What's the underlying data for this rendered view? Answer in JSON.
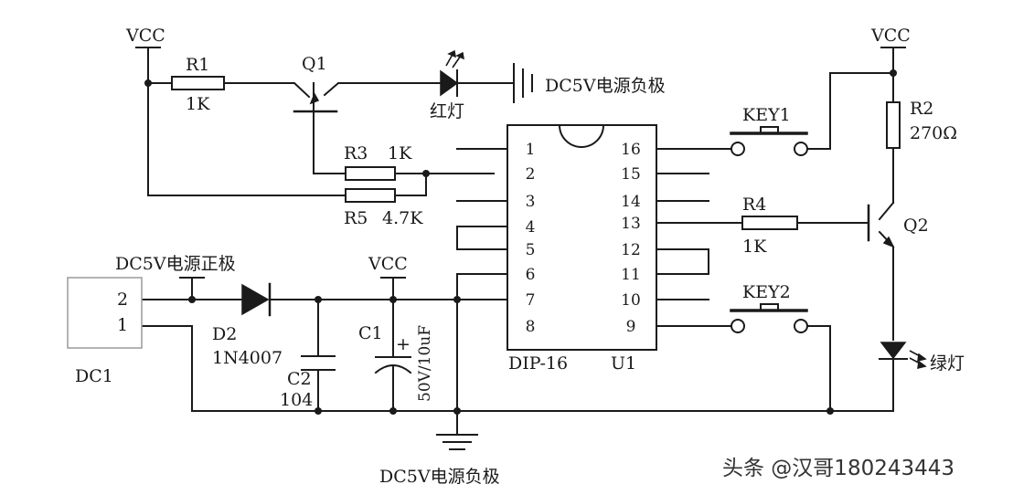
{
  "colors": {
    "ink": "#1a1a1a",
    "background": "#ffffff",
    "watermark": "#333333"
  },
  "labels": {
    "vcc_top_left": "VCC",
    "vcc_top_right": "VCC",
    "vcc_mid": "VCC",
    "r1_ref": "R1",
    "r1_value": "1K",
    "q1_ref": "Q1",
    "red_led_label": "红灯",
    "top_ground_label": "DC5V电源负极",
    "r3_ref": "R3",
    "r3_value": "1K",
    "r5_ref": "R5",
    "r5_value": "4.7K",
    "key1_ref": "KEY1",
    "r2_ref": "R2",
    "r2_value": "270Ω",
    "r4_ref": "R4",
    "r4_value": "1K",
    "q2_ref": "Q2",
    "key2_ref": "KEY2",
    "green_led_label": "绿灯",
    "dc_positive_label": "DC5V电源正极",
    "dc1_pin2": "2",
    "dc1_pin1": "1",
    "dc1_ref": "DC1",
    "d2_ref": "D2",
    "d2_value": "1N4007",
    "c2_ref": "C2",
    "c2_value": "104",
    "c1_ref": "C1",
    "c1_polarity": "+",
    "c1_value": "50V/10uF",
    "ic_package": "DIP-16",
    "ic_ref": "U1",
    "bottom_ground_label": "DC5V电源负极"
  },
  "ic_pins": {
    "left": [
      "1",
      "2",
      "3",
      "4",
      "5",
      "6",
      "7",
      "8"
    ],
    "right": [
      "16",
      "15",
      "14",
      "13",
      "12",
      "11",
      "10",
      "9"
    ]
  },
  "watermark": "头条 @汉哥180243443"
}
